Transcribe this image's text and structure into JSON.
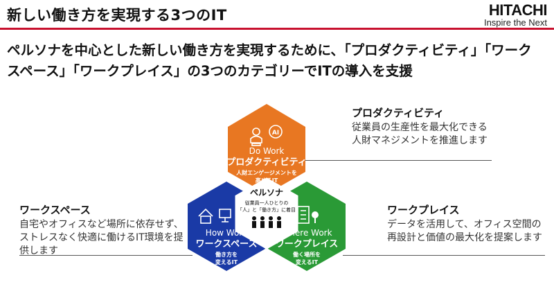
{
  "header": {
    "title": "新しい働き方を実現する3つのIT",
    "brand_logo": "HITACHI",
    "brand_tagline": "Inspire the Next"
  },
  "lead": "ペルソナを中心とした新しい働き方を実現するために、「プロダクティビティ」「ワークスペース」「ワークプレイス」の3つのカテゴリーでITの導入を支援",
  "productivity": {
    "title": "プロダクティビティ",
    "body": "従業員の生産性を最大化できる人財マネジメントを推進します",
    "hex_en": "Do Work",
    "hex_jp": "プロダクティビティ",
    "hex_sub1": "人財エンゲージメントを",
    "hex_sub2": "高めるIT",
    "color": "#e87722"
  },
  "workspace": {
    "title": "ワークスペース",
    "body": "自宅やオフィスなど場所に依存せず、ストレスなく快適に働けるIT環境を提供します",
    "hex_en": "How Work",
    "hex_jp": "ワークスペース",
    "hex_sub1": "働き方を",
    "hex_sub2": "変えるIT",
    "color": "#1a3aa6"
  },
  "workplace": {
    "title": "ワークプレイス",
    "body": "データを活用して、オフィス空間の再設計と価値の最大化を提案します",
    "hex_en": "Where Work",
    "hex_jp": "ワークプレイス",
    "hex_sub1": "働く場所を",
    "hex_sub2": "変えるIT",
    "color": "#2a9a36"
  },
  "persona": {
    "title": "ペルソナ",
    "line1": "従業員一人ひとりの",
    "line2": "「人」と「働き方」に着目"
  }
}
